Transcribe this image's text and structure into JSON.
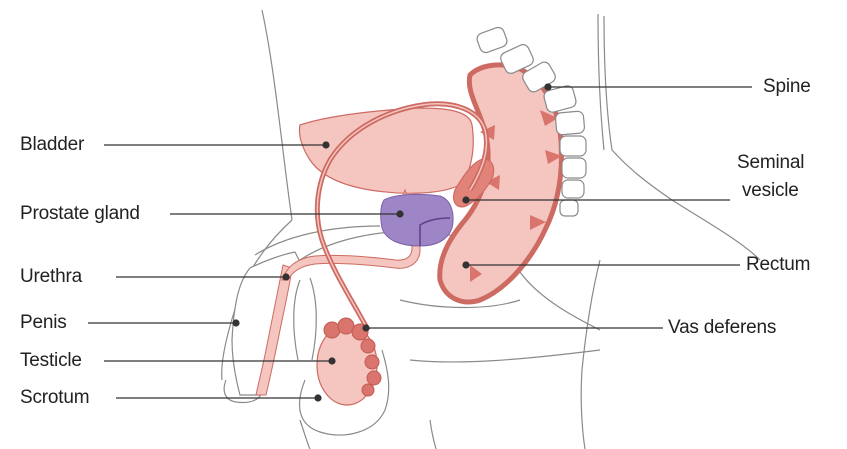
{
  "labels": {
    "bladder": "Bladder",
    "prostate_gland": "Prostate gland",
    "urethra": "Urethra",
    "penis": "Penis",
    "testicle": "Testicle",
    "scrotum": "Scrotum",
    "spine": "Spine",
    "seminal_vesicle_line1": "Seminal",
    "seminal_vesicle_line2": "vesicle",
    "rectum": "Rectum",
    "vas_deferens": "Vas deferens"
  },
  "colors": {
    "outline": "#8a8a8a",
    "tissue_fill": "#f5c5c0",
    "tissue_stroke": "#cd6b63",
    "muscle_red": "#d9756c",
    "prostate_fill": "#9e86c6",
    "prostate_stroke": "#7a5fa8",
    "leader_line": "#333333",
    "spine_fill": "#ffffff"
  }
}
